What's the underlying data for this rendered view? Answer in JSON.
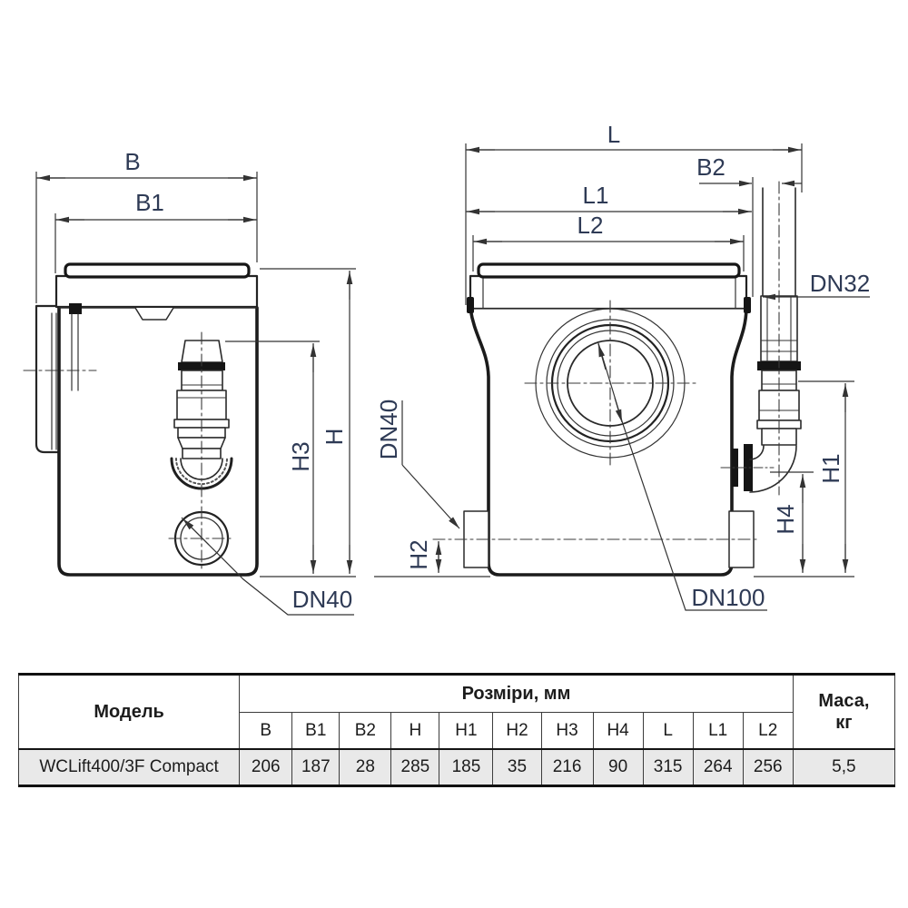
{
  "drawing": {
    "dims": {
      "b": "B",
      "b1": "B1",
      "b2": "B2",
      "h": "H",
      "h1": "H1",
      "h2": "H2",
      "h3": "H3",
      "h4": "H4",
      "l": "L",
      "l1": "L1",
      "l2": "L2"
    },
    "ports": {
      "dn32": "DN32",
      "dn40": "DN40",
      "dn100": "DN100"
    }
  },
  "table": {
    "model_header": "Модель",
    "dims_header": "Розміри, мм",
    "mass_header_line1": "Маса,",
    "mass_header_line2": "кг",
    "dim_headers": [
      "B",
      "B1",
      "B2",
      "H",
      "H1",
      "H2",
      "H3",
      "H4",
      "L",
      "L1",
      "L2"
    ],
    "row": {
      "model": "WCLift400/3F Compact",
      "values": [
        "206",
        "187",
        "28",
        "285",
        "185",
        "35",
        "216",
        "90",
        "315",
        "264",
        "256"
      ],
      "mass": "5,5"
    }
  }
}
